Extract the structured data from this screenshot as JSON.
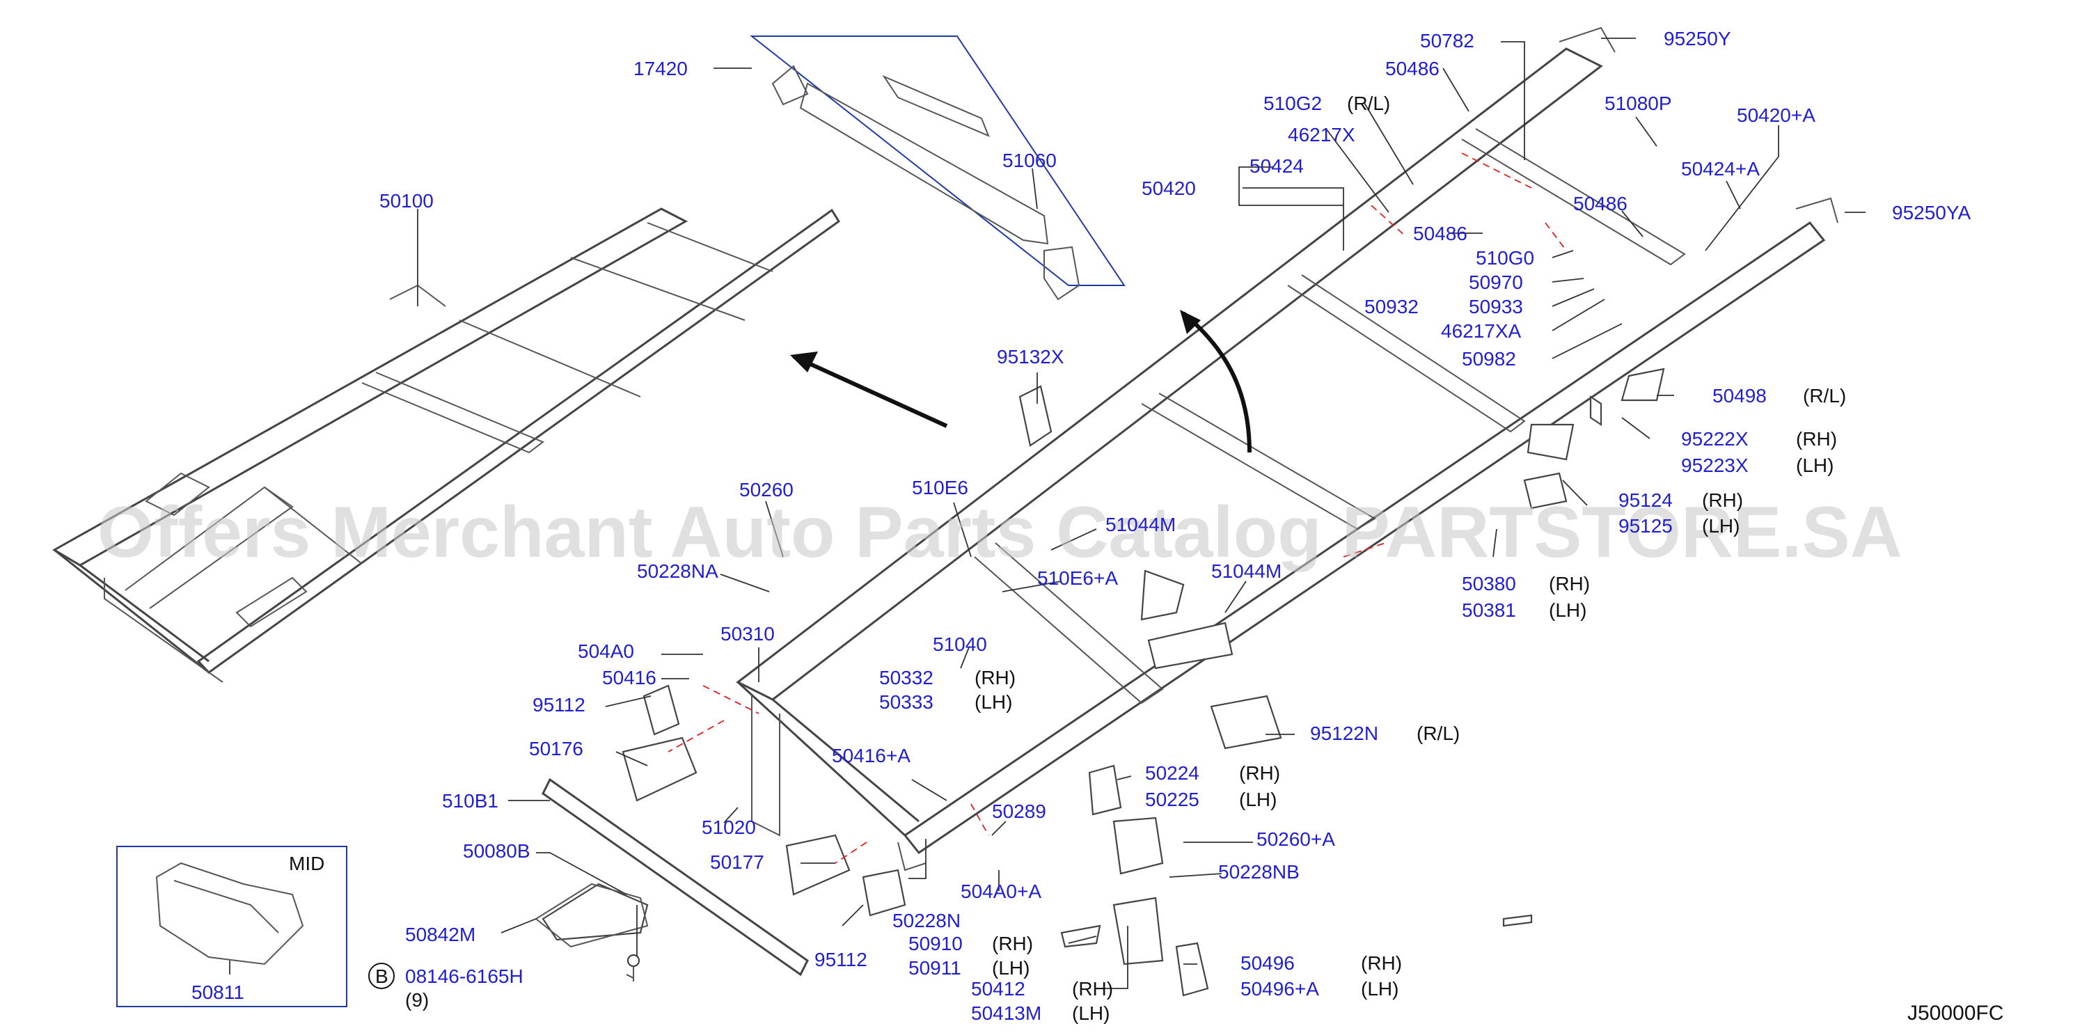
{
  "watermark": "Offers Merchant Auto Parts Catalog PARTSTORE.SA",
  "diagram_code": "J50000FC",
  "inset": {
    "title": "MID",
    "part": "50811"
  },
  "bolt": {
    "circle": "B",
    "part": "08146-6165H",
    "qty": "(9)"
  },
  "parts": [
    {
      "code": "17420",
      "side": ""
    },
    {
      "code": "50100",
      "side": ""
    },
    {
      "code": "51060",
      "side": ""
    },
    {
      "code": "50420",
      "side": ""
    },
    {
      "code": "50782",
      "side": ""
    },
    {
      "code": "50486",
      "side": ""
    },
    {
      "code": "510G2",
      "side": "(R/L)"
    },
    {
      "code": "46217X",
      "side": ""
    },
    {
      "code": "50424",
      "side": ""
    },
    {
      "code": "50486",
      "side": ""
    },
    {
      "code": "510G0",
      "side": ""
    },
    {
      "code": "50970",
      "side": ""
    },
    {
      "code": "50932",
      "side": ""
    },
    {
      "code": "50933",
      "side": ""
    },
    {
      "code": "46217XA",
      "side": ""
    },
    {
      "code": "50982",
      "side": ""
    },
    {
      "code": "95250Y",
      "side": ""
    },
    {
      "code": "51080P",
      "side": ""
    },
    {
      "code": "50420+A",
      "side": ""
    },
    {
      "code": "50424+A",
      "side": ""
    },
    {
      "code": "50486",
      "side": ""
    },
    {
      "code": "95250YA",
      "side": ""
    },
    {
      "code": "95132X",
      "side": ""
    },
    {
      "code": "50498",
      "side": "(R/L)"
    },
    {
      "code": "95222X",
      "side": "(RH)"
    },
    {
      "code": "95223X",
      "side": "(LH)"
    },
    {
      "code": "95124",
      "side": "(RH)"
    },
    {
      "code": "95125",
      "side": "(LH)"
    },
    {
      "code": "50380",
      "side": "(RH)"
    },
    {
      "code": "50381",
      "side": "(LH)"
    },
    {
      "code": "50260",
      "side": ""
    },
    {
      "code": "510E6",
      "side": ""
    },
    {
      "code": "51044M",
      "side": ""
    },
    {
      "code": "50228NA",
      "side": ""
    },
    {
      "code": "510E6+A",
      "side": ""
    },
    {
      "code": "51044M",
      "side": ""
    },
    {
      "code": "504A0",
      "side": ""
    },
    {
      "code": "50310",
      "side": ""
    },
    {
      "code": "51040",
      "side": ""
    },
    {
      "code": "50416",
      "side": ""
    },
    {
      "code": "50332",
      "side": "(RH)"
    },
    {
      "code": "50333",
      "side": "(LH)"
    },
    {
      "code": "95112",
      "side": ""
    },
    {
      "code": "50176",
      "side": ""
    },
    {
      "code": "95122N",
      "side": "(R/L)"
    },
    {
      "code": "50416+A",
      "side": ""
    },
    {
      "code": "50224",
      "side": "(RH)"
    },
    {
      "code": "50225",
      "side": "(LH)"
    },
    {
      "code": "510B1",
      "side": ""
    },
    {
      "code": "51020",
      "side": ""
    },
    {
      "code": "50289",
      "side": ""
    },
    {
      "code": "50080B",
      "side": ""
    },
    {
      "code": "50177",
      "side": ""
    },
    {
      "code": "50260+A",
      "side": ""
    },
    {
      "code": "50228NB",
      "side": ""
    },
    {
      "code": "504A0+A",
      "side": ""
    },
    {
      "code": "50842M",
      "side": ""
    },
    {
      "code": "50228N",
      "side": ""
    },
    {
      "code": "95112",
      "side": ""
    },
    {
      "code": "50910",
      "side": "(RH)"
    },
    {
      "code": "50911",
      "side": "(LH)"
    },
    {
      "code": "50496",
      "side": "(RH)"
    },
    {
      "code": "50496+A",
      "side": "(LH)"
    },
    {
      "code": "50412",
      "side": "(RH)"
    },
    {
      "code": "50413M",
      "side": "(LH)"
    }
  ]
}
